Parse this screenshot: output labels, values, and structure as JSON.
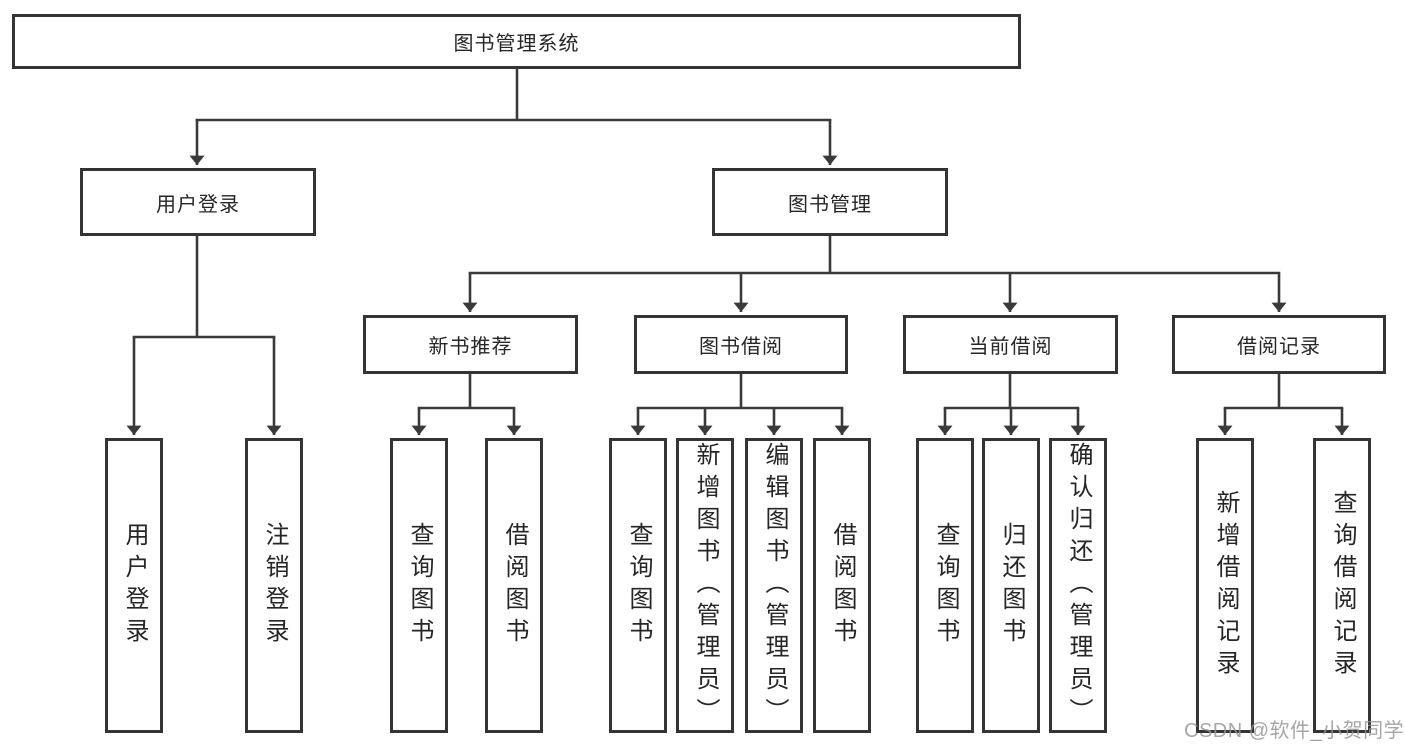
{
  "tree": {
    "root": {
      "label": "图书管理系统"
    },
    "branches": [
      {
        "label": "用户登录",
        "children": [
          {
            "label": "用户登录"
          },
          {
            "label": "注销登录"
          }
        ]
      },
      {
        "label": "图书管理",
        "children": [
          {
            "label": "新书推荐",
            "children": [
              {
                "label": "查询图书"
              },
              {
                "label": "借阅图书"
              }
            ]
          },
          {
            "label": "图书借阅",
            "children": [
              {
                "label": "查询图书"
              },
              {
                "label": "新增图书（管理员）"
              },
              {
                "label": "编辑图书（管理员）"
              },
              {
                "label": "借阅图书"
              }
            ]
          },
          {
            "label": "当前借阅",
            "children": [
              {
                "label": "查询图书"
              },
              {
                "label": "归还图书"
              },
              {
                "label": "确认归还（管理员）"
              }
            ]
          },
          {
            "label": "借阅记录",
            "children": [
              {
                "label": "新增借阅记录"
              },
              {
                "label": "查询借阅记录"
              }
            ]
          }
        ]
      }
    ]
  },
  "watermark": {
    "text": "CSDN @软件_小贺同学"
  },
  "colors": {
    "line": "#3a3a3a",
    "box_border": "#343434",
    "box_background": "#ffffff",
    "text": "#262626",
    "watermark": "#969696"
  }
}
